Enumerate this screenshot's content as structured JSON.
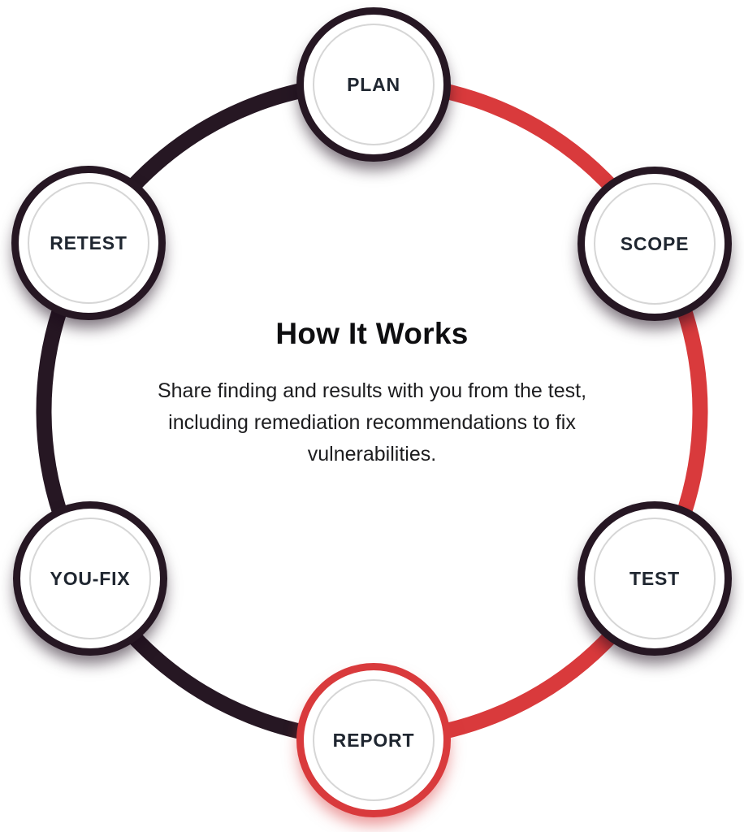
{
  "title": "How It Works",
  "subtitle": "Share finding and results with you from the test, including remediation recommendations to fix vulnerabilities.",
  "nodes": [
    {
      "label": "PLAN",
      "accent": "dark"
    },
    {
      "label": "SCOPE",
      "accent": "dark"
    },
    {
      "label": "TEST",
      "accent": "dark"
    },
    {
      "label": "REPORT",
      "accent": "red"
    },
    {
      "label": "YOU-FIX",
      "accent": "dark"
    },
    {
      "label": "RETEST",
      "accent": "dark"
    }
  ],
  "colors": {
    "dark": "#261723",
    "red": "#d93a3c",
    "label": "#1f2630"
  }
}
